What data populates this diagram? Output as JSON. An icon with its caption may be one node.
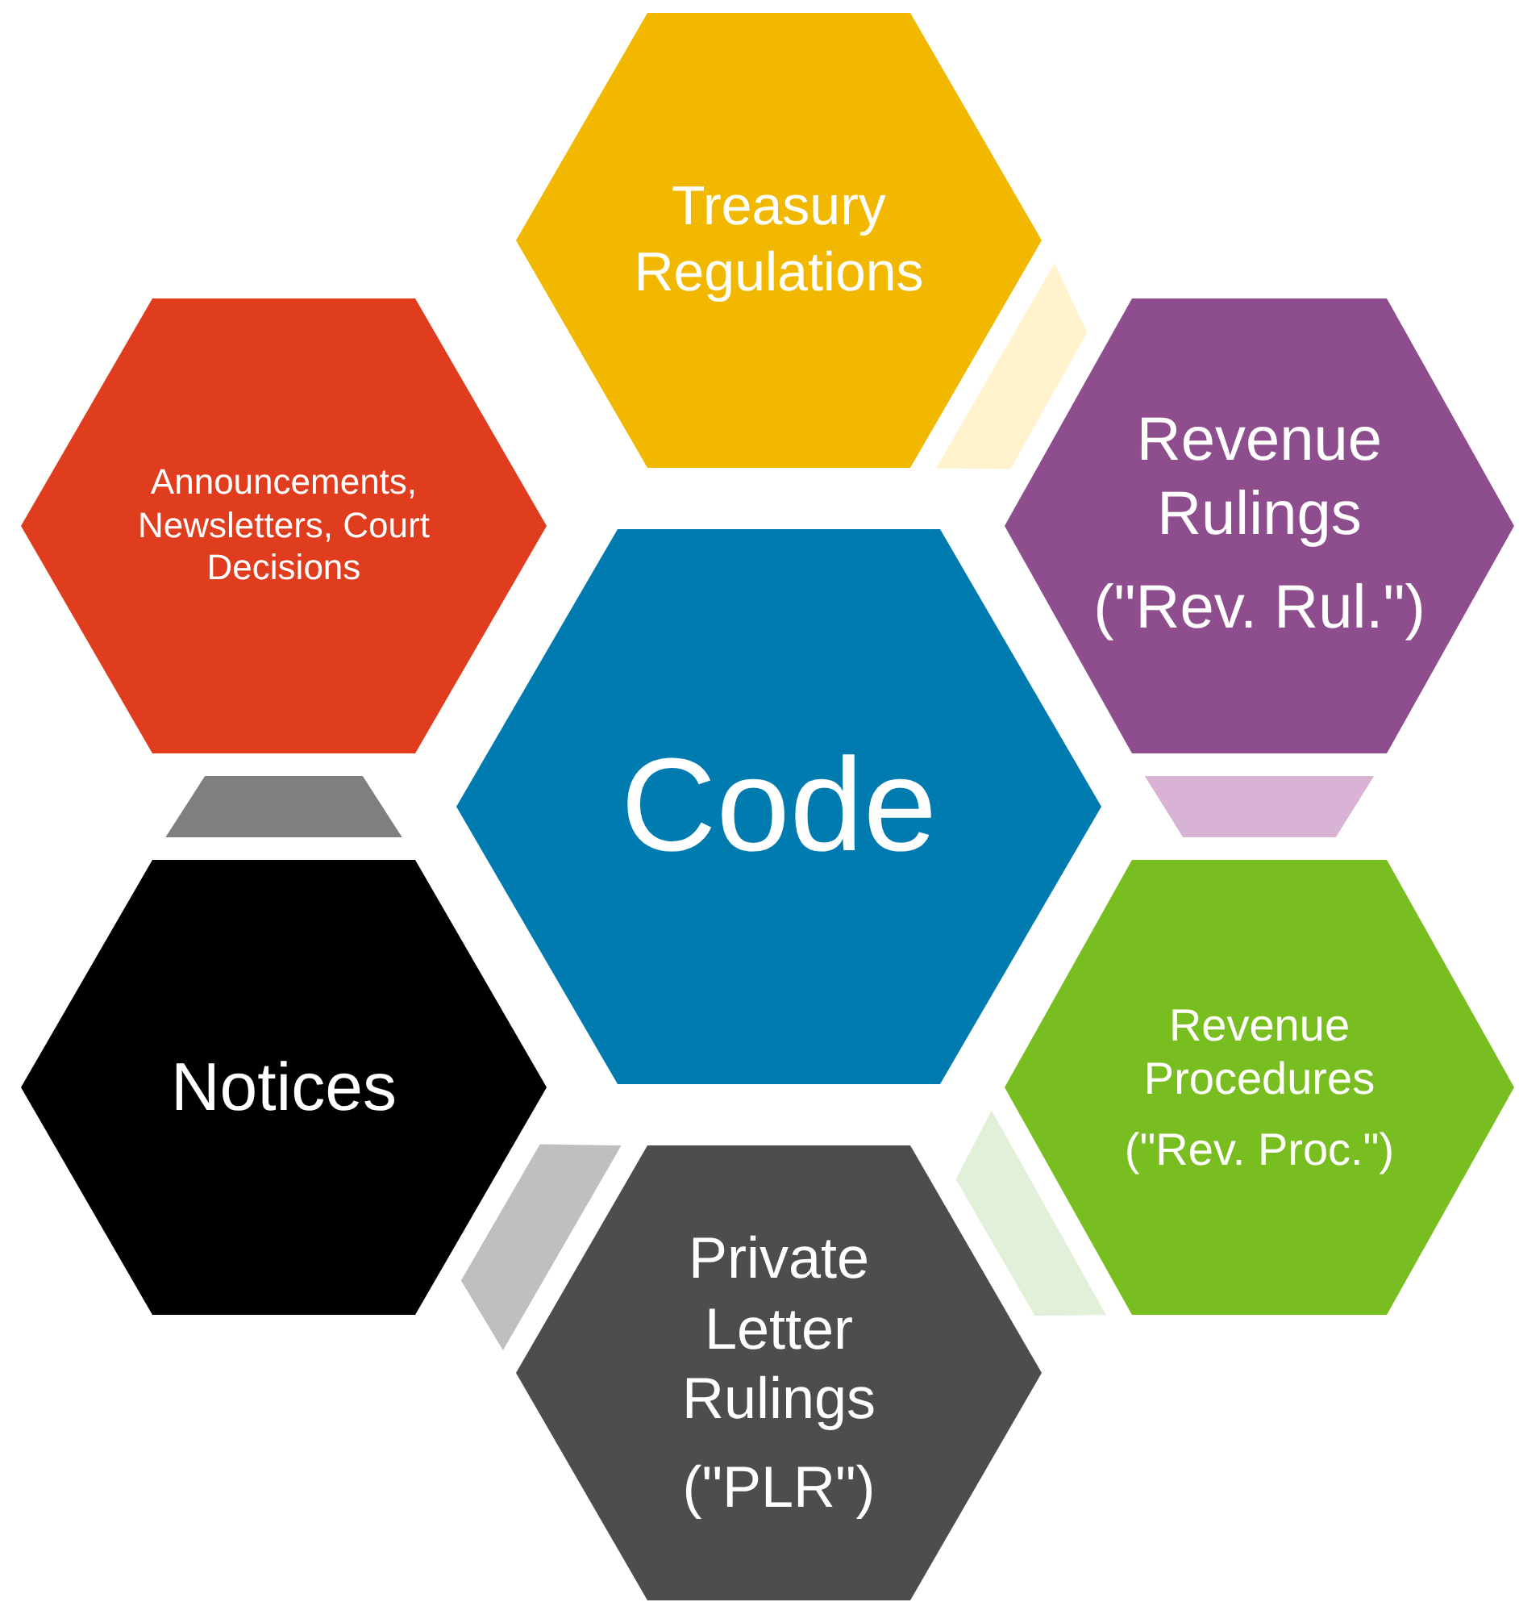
{
  "diagram": {
    "nodes": [
      {
        "text": [
          "Treasury Regulations"
        ]
      },
      {
        "text": [
          "Revenue Rulings",
          "(\"Rev. Rul.\")"
        ]
      },
      {
        "text": [
          "Announcements, Newsletters, Court Decisions"
        ]
      },
      {
        "text": [
          "Code"
        ]
      },
      {
        "text": [
          "Revenue Procedures",
          "(\"Rev. Proc.\")"
        ]
      },
      {
        "text": [
          "Notices"
        ]
      },
      {
        "text": [
          "Private Letter Rulings",
          "(\"PLR\")"
        ]
      }
    ],
    "edges": [
      {
        "from": 0,
        "to": 1,
        "arrow": "none",
        "style": "thick",
        "color": "#fff2cc"
      },
      {
        "from": 1,
        "to": 4,
        "arrow": "none",
        "style": "thick",
        "color": "#d9b3d6"
      },
      {
        "from": 4,
        "to": 6,
        "arrow": "none",
        "style": "thick",
        "color": "#e2f0d9"
      },
      {
        "from": 6,
        "to": 5,
        "arrow": "none",
        "style": "thick",
        "color": "#bfbfbf"
      },
      {
        "from": 5,
        "to": 2,
        "arrow": "none",
        "style": "thick",
        "color": "#7f7f7f"
      }
    ]
  }
}
